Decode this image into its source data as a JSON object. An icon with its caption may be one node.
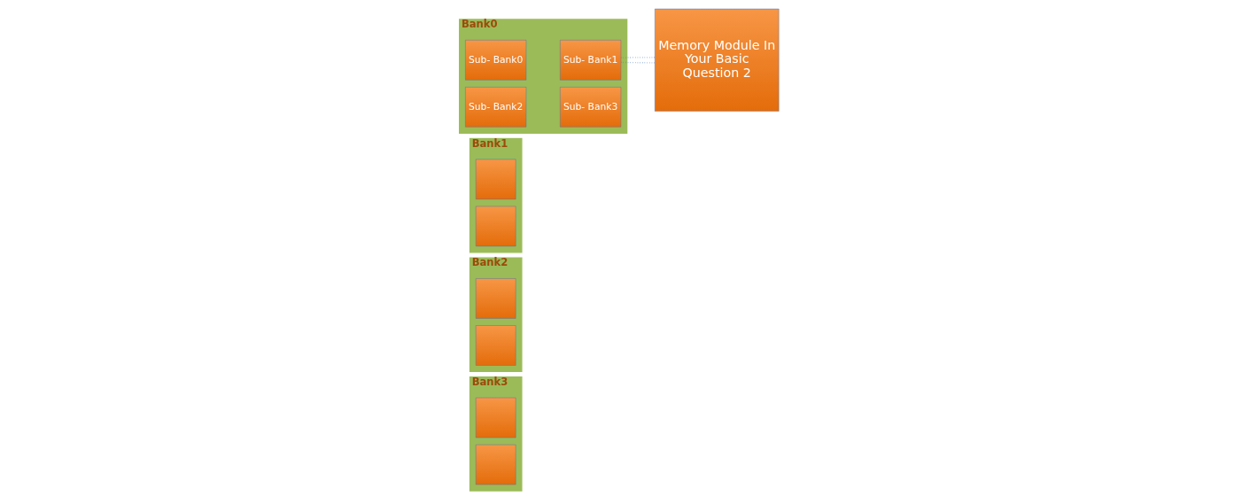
{
  "diagram": {
    "nodes": [
      {
        "text": [
          "Bank3"
        ]
      },
      {
        "text": [],
        "shape": "box",
        "in": 0
      },
      {
        "text": [],
        "shape": "box",
        "in": 0
      },
      {
        "text": [
          "Bank2"
        ]
      },
      {
        "text": [],
        "shape": "box",
        "in": 3
      },
      {
        "text": [],
        "shape": "box",
        "in": 3
      },
      {
        "text": [
          "Bank1"
        ]
      },
      {
        "text": [],
        "shape": "box",
        "in": 6
      },
      {
        "text": [],
        "shape": "box",
        "in": 6
      },
      {
        "text": [
          "Bank0"
        ]
      },
      {
        "text": [
          "Sub- Bank0"
        ],
        "in": 9
      },
      {
        "text": [
          "Sub- Bank1"
        ],
        "in": 9
      },
      {
        "text": [
          "Sub- Bank2"
        ],
        "in": 9
      },
      {
        "text": [
          "Sub- Bank3"
        ],
        "in": 9
      },
      {
        "text": [
          "Memory Module In Your Basic Question 2"
        ]
      }
    ],
    "edges": [
      {
        "from": 11,
        "to": 14,
        "arrow": "none",
        "style": "dashed",
        "color": "#4f81bd"
      },
      {
        "from": 11,
        "to": 14,
        "arrow": "none",
        "style": "dashed",
        "color": "#4f81bd"
      }
    ]
  }
}
